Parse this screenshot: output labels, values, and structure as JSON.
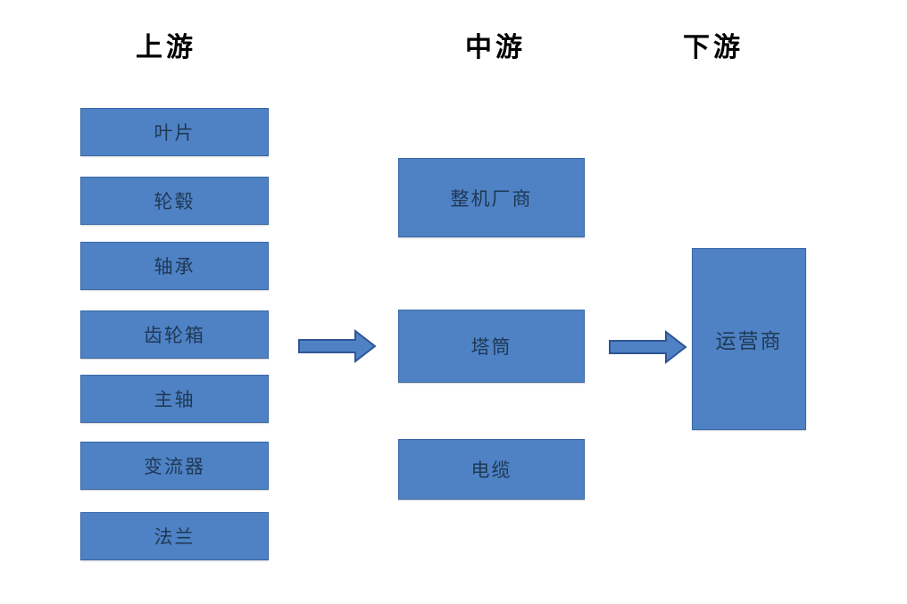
{
  "diagram": {
    "headers": {
      "upstream": "上游",
      "midstream": "中游",
      "downstream": "下游"
    },
    "upstream_boxes": [
      "叶片",
      "轮毂",
      "轴承",
      "齿轮箱",
      "主轴",
      "变流器",
      "法兰"
    ],
    "midstream_boxes": [
      "整机厂商",
      "塔筒",
      "电缆"
    ],
    "downstream_boxes": [
      "运营商"
    ],
    "arrows": [
      {
        "name": "upstream-to-midstream",
        "direction": "right"
      },
      {
        "name": "midstream-to-downstream",
        "direction": "right"
      }
    ],
    "colors": {
      "box_fill": "#4e82c4",
      "box_border": "#3a68a8",
      "box_text": "#1f3854",
      "arrow_fill": "#4e82c4",
      "arrow_border": "#2f5597",
      "header_text": "#000000",
      "background": "#ffffff"
    }
  }
}
